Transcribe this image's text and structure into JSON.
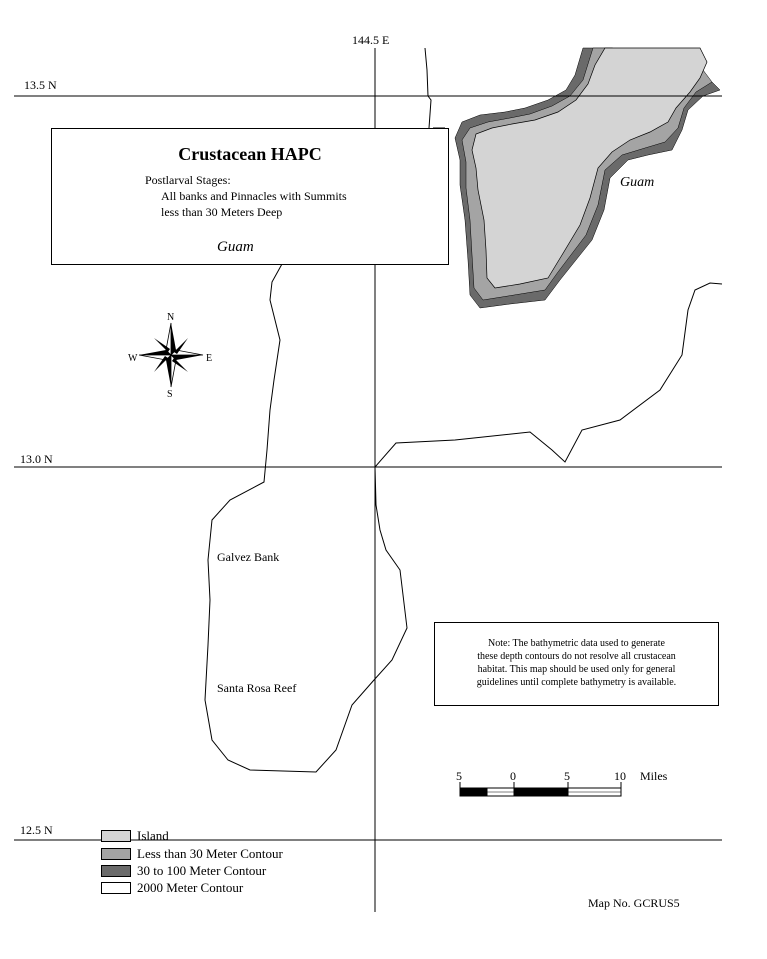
{
  "title_box": {
    "title": "Crustacean HAPC",
    "stage_heading": "Postlarval Stages:",
    "stage_lines": [
      "All banks and Pinnacles with Summits",
      "less than 30 Meters Deep"
    ],
    "region": "Guam"
  },
  "grid": {
    "longitude_label": "144.5 E",
    "latitude_labels": [
      "13.5 N",
      "13.0 N",
      "12.5 N"
    ]
  },
  "features": {
    "island_label": "Guam",
    "galvez": "Galvez Bank",
    "santa_rosa": "Santa Rosa Reef"
  },
  "compass": {
    "n": "N",
    "s": "S",
    "e": "E",
    "w": "W"
  },
  "note": {
    "lines": [
      "Note:  The bathymetric data used to generate",
      "these depth contours do not resolve all crustacean",
      "habitat.  This map should be used only for general",
      "guidelines until complete bathymetry is available."
    ]
  },
  "scale": {
    "ticks": [
      "5",
      "0",
      "5",
      "10"
    ],
    "unit": "Miles"
  },
  "legend": {
    "items": [
      {
        "label": "Island",
        "color": "#d4d4d4"
      },
      {
        "label": "Less than 30 Meter Contour",
        "color": "#a4a4a4"
      },
      {
        "label": "30 to 100 Meter Contour",
        "color": "#6a6a6a"
      },
      {
        "label": "2000 Meter Contour",
        "color": "#ffffff"
      }
    ]
  },
  "map_number": "Map No. GCRUS5",
  "colors": {
    "island": "#d4d4d4",
    "contour_30": "#a4a4a4",
    "contour_100": "#6a6a6a",
    "line": "#000000"
  }
}
